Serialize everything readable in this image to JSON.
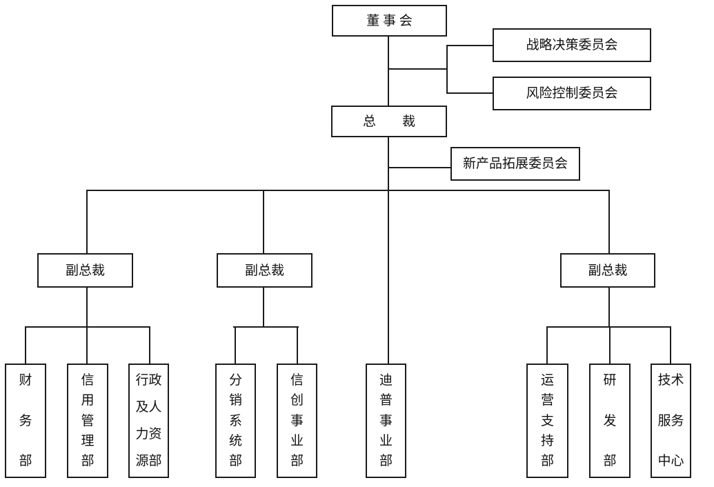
{
  "diagram": {
    "kind": "organization-chart",
    "background_color": "#ffffff",
    "line_color": "#1b1b1b",
    "box_border_color": "#1b1b1b",
    "text_color": "#111111",
    "nodes": {
      "board": {
        "label": "董 事 会"
      },
      "strategy_committee": {
        "label": "战略决策委员会"
      },
      "risk_committee": {
        "label": "风险控制委员会"
      },
      "president": {
        "label": "总　　裁"
      },
      "new_product_committee": {
        "label": "新产品拓展委员会"
      },
      "vp_left": {
        "label": "副总裁"
      },
      "vp_middle": {
        "label": "副总裁"
      },
      "vp_right": {
        "label": "副总裁"
      },
      "dept_finance": {
        "label": "财务部",
        "lines": [
          "财",
          "务",
          "部"
        ]
      },
      "dept_credit": {
        "label": "信用管理部",
        "lines": [
          "信",
          "用",
          "管",
          "理",
          "部"
        ]
      },
      "dept_admin_hr": {
        "label": "行政及人力资源部",
        "lines": [
          "行政",
          "及人",
          "力资",
          "源部"
        ]
      },
      "dept_distribution": {
        "label": "分销系统部",
        "lines": [
          "分",
          "销",
          "系",
          "统",
          "部"
        ]
      },
      "dept_xinchuang": {
        "label": "信创事业部",
        "lines": [
          "信",
          "创",
          "事",
          "业",
          "部"
        ]
      },
      "dept_dipu": {
        "label": "迪普事业部",
        "lines": [
          "迪",
          "普",
          "事",
          "业",
          "部"
        ]
      },
      "dept_ops_support": {
        "label": "运营支持部",
        "lines": [
          "运",
          "营",
          "支",
          "持",
          "部"
        ]
      },
      "dept_rnd": {
        "label": "研发部",
        "lines": [
          "研",
          "发",
          "部"
        ]
      },
      "dept_tech_service": {
        "label": "技术服务中心",
        "lines": [
          "技术",
          "服务",
          "中心"
        ]
      }
    },
    "hierarchy": {
      "董事会": {
        "side_committees": [
          "战略决策委员会",
          "风险控制委员会"
        ],
        "children": {
          "总裁": {
            "side_committees": [
              "新产品拓展委员会"
            ],
            "children": {
              "副总裁(左)": [
                "财务部",
                "信用管理部",
                "行政及人力资源部"
              ],
              "副总裁(中)": [
                "分销系统部",
                "信创事业部"
              ],
              "迪普事业部": [],
              "副总裁(右)": [
                "运营支持部",
                "研发部",
                "技术服务中心"
              ]
            }
          }
        }
      }
    }
  }
}
